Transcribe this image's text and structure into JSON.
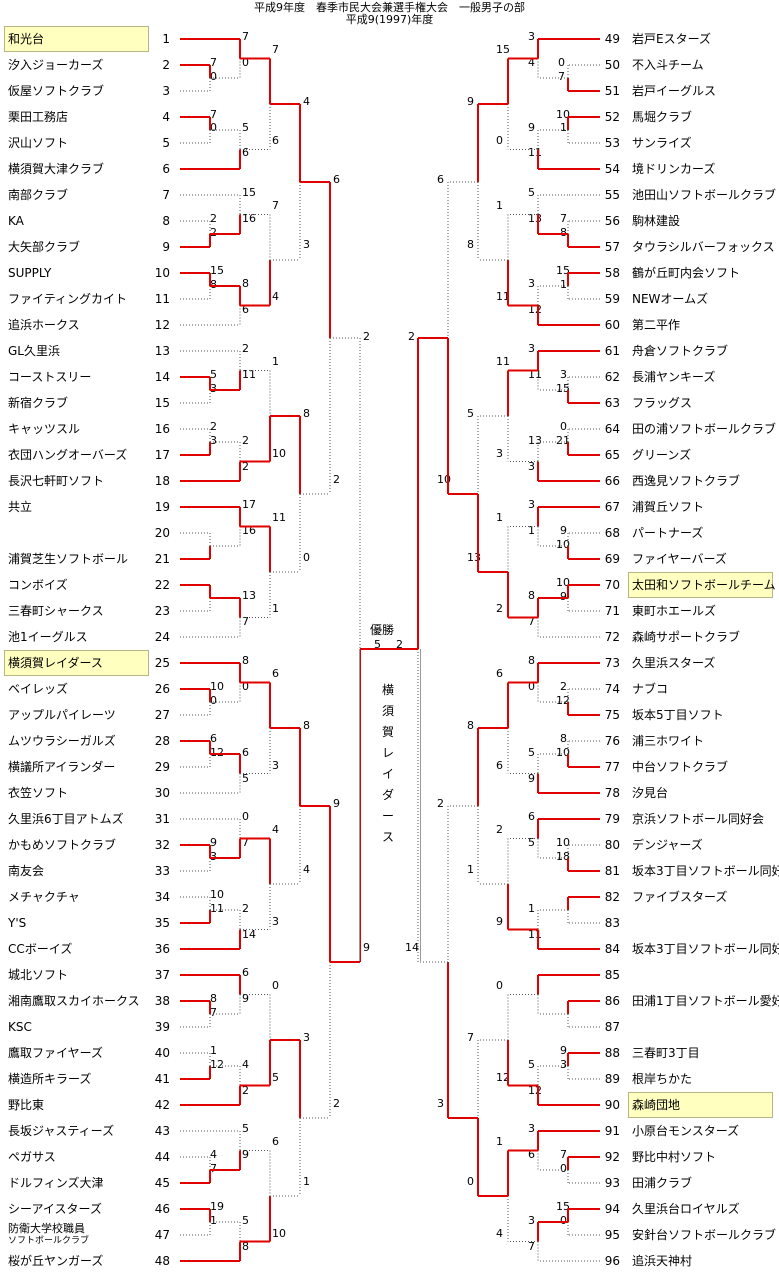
{
  "header": {
    "title": "平成9年度　春季市民大会兼選手権大会　一般男子の部",
    "subtitle": "平成9(1997)年度"
  },
  "left_teams": [
    {
      "no": "1",
      "name": "和光台",
      "hl": true
    },
    {
      "no": "2",
      "name": "汐入ジョーカーズ"
    },
    {
      "no": "3",
      "name": "仮屋ソフトクラブ"
    },
    {
      "no": "4",
      "name": "栗田工務店"
    },
    {
      "no": "5",
      "name": "沢山ソフト"
    },
    {
      "no": "6",
      "name": "横須賀大津クラブ"
    },
    {
      "no": "7",
      "name": "南部クラブ"
    },
    {
      "no": "8",
      "name": "KA"
    },
    {
      "no": "9",
      "name": "大矢部クラブ"
    },
    {
      "no": "10",
      "name": "SUPPLY"
    },
    {
      "no": "11",
      "name": "ファイティングカイト"
    },
    {
      "no": "12",
      "name": "追浜ホークス"
    },
    {
      "no": "13",
      "name": "GL久里浜"
    },
    {
      "no": "14",
      "name": "コーストスリー"
    },
    {
      "no": "15",
      "name": "新宿クラブ"
    },
    {
      "no": "16",
      "name": "キャッツスル"
    },
    {
      "no": "17",
      "name": "衣団ハングオーバーズ"
    },
    {
      "no": "18",
      "name": "長沢七軒町ソフト"
    },
    {
      "no": "19",
      "name": "共立"
    },
    {
      "no": "20",
      "name": ""
    },
    {
      "no": "21",
      "name": "浦賀芝生ソフトボール"
    },
    {
      "no": "22",
      "name": "コンボイズ"
    },
    {
      "no": "23",
      "name": "三春町シャークス"
    },
    {
      "no": "24",
      "name": "池1イーグルス"
    },
    {
      "no": "25",
      "name": "横須賀レイダース",
      "hl": true
    },
    {
      "no": "26",
      "name": "ベイレッズ"
    },
    {
      "no": "27",
      "name": "アップルパイレーツ"
    },
    {
      "no": "28",
      "name": "ムツウラシーガルズ"
    },
    {
      "no": "29",
      "name": "横議所アイランダー"
    },
    {
      "no": "30",
      "name": "衣笠ソフト"
    },
    {
      "no": "31",
      "name": "久里浜6丁目アトムズ"
    },
    {
      "no": "32",
      "name": "かもめソフトクラブ"
    },
    {
      "no": "33",
      "name": "南友会"
    },
    {
      "no": "34",
      "name": "メチャクチャ"
    },
    {
      "no": "35",
      "name": "Y'S"
    },
    {
      "no": "36",
      "name": "CCボーイズ"
    },
    {
      "no": "37",
      "name": "城北ソフト"
    },
    {
      "no": "38",
      "name": "湘南鷹取スカイホークス"
    },
    {
      "no": "39",
      "name": "KSC"
    },
    {
      "no": "40",
      "name": "鷹取ファイヤーズ"
    },
    {
      "no": "41",
      "name": "横造所キラーズ"
    },
    {
      "no": "42",
      "name": "野比東"
    },
    {
      "no": "43",
      "name": "長坂ジャスティーズ"
    },
    {
      "no": "44",
      "name": "ペガサス"
    },
    {
      "no": "45",
      "name": "ドルフィンズ大津"
    },
    {
      "no": "46",
      "name": "シーアイスターズ"
    },
    {
      "no": "47",
      "name": "防衛大学校職員",
      "name2": "ソフトボールクラブ"
    },
    {
      "no": "48",
      "name": "桜が丘ヤンガーズ"
    }
  ],
  "right_teams": [
    {
      "no": "49",
      "name": "岩戸Eスターズ"
    },
    {
      "no": "50",
      "name": "不入斗チーム"
    },
    {
      "no": "51",
      "name": "岩戸イーグルス"
    },
    {
      "no": "52",
      "name": "馬堀クラブ"
    },
    {
      "no": "53",
      "name": "サンライズ"
    },
    {
      "no": "54",
      "name": "境ドリンカーズ"
    },
    {
      "no": "55",
      "name": "池田山ソフトボールクラブ"
    },
    {
      "no": "56",
      "name": "駒林建設"
    },
    {
      "no": "57",
      "name": "タウラシルバーフォックス"
    },
    {
      "no": "58",
      "name": "鶴が丘町内会ソフト"
    },
    {
      "no": "59",
      "name": "NEWオームズ"
    },
    {
      "no": "60",
      "name": "第二平作"
    },
    {
      "no": "61",
      "name": "舟倉ソフトクラブ"
    },
    {
      "no": "62",
      "name": "長浦ヤンキーズ"
    },
    {
      "no": "63",
      "name": "フラッグス"
    },
    {
      "no": "64",
      "name": "田の浦ソフトボールクラブ"
    },
    {
      "no": "65",
      "name": "グリーンズ"
    },
    {
      "no": "66",
      "name": "西逸見ソフトクラブ"
    },
    {
      "no": "67",
      "name": "浦賀丘ソフト"
    },
    {
      "no": "68",
      "name": "パートナーズ"
    },
    {
      "no": "69",
      "name": "ファイヤーバーズ"
    },
    {
      "no": "70",
      "name": "太田和ソフトボールチーム",
      "hl": true
    },
    {
      "no": "71",
      "name": "東町ホエールズ"
    },
    {
      "no": "72",
      "name": "森崎サポートクラブ"
    },
    {
      "no": "73",
      "name": "久里浜スターズ"
    },
    {
      "no": "74",
      "name": "ナブコ"
    },
    {
      "no": "75",
      "name": "坂本5丁目ソフト"
    },
    {
      "no": "76",
      "name": "浦三ホワイト"
    },
    {
      "no": "77",
      "name": "中台ソフトクラブ"
    },
    {
      "no": "78",
      "name": "汐見台"
    },
    {
      "no": "79",
      "name": "京浜ソフトボール同好会"
    },
    {
      "no": "80",
      "name": "デンジャーズ"
    },
    {
      "no": "81",
      "name": "坂本3丁目ソフトボール同好会"
    },
    {
      "no": "82",
      "name": "ファイブスターズ"
    },
    {
      "no": "83",
      "name": ""
    },
    {
      "no": "84",
      "name": "坂本3丁目ソフトボール同好会"
    },
    {
      "no": "85",
      "name": ""
    },
    {
      "no": "86",
      "name": "田浦1丁目ソフトボール愛好会"
    },
    {
      "no": "87",
      "name": ""
    },
    {
      "no": "88",
      "name": "三春町3丁目"
    },
    {
      "no": "89",
      "name": "根岸ちかた"
    },
    {
      "no": "90",
      "name": "森崎団地",
      "hl": true
    },
    {
      "no": "91",
      "name": "小原台モンスターズ"
    },
    {
      "no": "92",
      "name": "野比中村ソフト"
    },
    {
      "no": "93",
      "name": "田浦クラブ"
    },
    {
      "no": "94",
      "name": "久里浜台ロイヤルズ"
    },
    {
      "no": "95",
      "name": "安針台ソフトボールクラブ"
    },
    {
      "no": "96",
      "name": "追浜天神村"
    }
  ],
  "final": {
    "label": "優勝",
    "score_left": "5",
    "score_right": "2",
    "champion": "横須賀レイダース"
  },
  "scores": [
    [
      "7",
      242,
      42
    ],
    [
      "0",
      242,
      68
    ],
    [
      "7",
      210,
      68
    ],
    [
      "0",
      210,
      82
    ],
    [
      "7",
      272,
      55
    ],
    [
      "7",
      210,
      120
    ],
    [
      "0",
      210,
      133
    ],
    [
      "5",
      242,
      133
    ],
    [
      "6",
      242,
      158
    ],
    [
      "6",
      272,
      146
    ],
    [
      "4",
      303,
      107
    ],
    [
      "15",
      242,
      198
    ],
    [
      "2",
      210,
      224
    ],
    [
      "2",
      210,
      238
    ],
    [
      "16",
      242,
      224
    ],
    [
      "7",
      272,
      211
    ],
    [
      "15",
      210,
      276
    ],
    [
      "8",
      210,
      290
    ],
    [
      "8",
      242,
      289
    ],
    [
      "6",
      242,
      315
    ],
    [
      "4",
      272,
      302
    ],
    [
      "3",
      303,
      250
    ],
    [
      "6",
      333,
      185
    ],
    [
      "2",
      242,
      354
    ],
    [
      "5",
      210,
      380
    ],
    [
      "3",
      210,
      394
    ],
    [
      "11",
      242,
      380
    ],
    [
      "1",
      272,
      367
    ],
    [
      "2",
      210,
      432
    ],
    [
      "3",
      210,
      446
    ],
    [
      "2",
      242,
      446
    ],
    [
      "2",
      242,
      472
    ],
    [
      "10",
      272,
      459
    ],
    [
      "8",
      303,
      419
    ],
    [
      "2",
      333,
      485
    ],
    [
      "2",
      363,
      342
    ],
    [
      "17",
      242,
      510
    ],
    [
      "16",
      242,
      536
    ],
    [
      "11",
      272,
      523
    ],
    [
      "13",
      242,
      601
    ],
    [
      "7",
      242,
      627
    ],
    [
      "1",
      272,
      614
    ],
    [
      "0",
      303,
      563
    ],
    [
      "8",
      242,
      666
    ],
    [
      "10",
      210,
      692
    ],
    [
      "0",
      210,
      706
    ],
    [
      "0",
      242,
      692
    ],
    [
      "6",
      272,
      679
    ],
    [
      "6",
      210,
      744
    ],
    [
      "12",
      210,
      758
    ],
    [
      "6",
      242,
      758
    ],
    [
      "5",
      242,
      784
    ],
    [
      "3",
      272,
      771
    ],
    [
      "8",
      303,
      731
    ],
    [
      "0",
      242,
      822
    ],
    [
      "9",
      210,
      848
    ],
    [
      "3",
      210,
      862
    ],
    [
      "7",
      242,
      848
    ],
    [
      "4",
      272,
      835
    ],
    [
      "10",
      210,
      900
    ],
    [
      "11",
      210,
      914
    ],
    [
      "2",
      242,
      914
    ],
    [
      "14",
      242,
      940
    ],
    [
      "3",
      272,
      927
    ],
    [
      "4",
      303,
      875
    ],
    [
      "9",
      333,
      809
    ],
    [
      "9",
      363,
      953
    ],
    [
      "6",
      242,
      978
    ],
    [
      "8",
      210,
      1004
    ],
    [
      "7",
      210,
      1018
    ],
    [
      "9",
      242,
      1004
    ],
    [
      "0",
      272,
      991
    ],
    [
      "1",
      210,
      1056
    ],
    [
      "12",
      210,
      1070
    ],
    [
      "4",
      242,
      1070
    ],
    [
      "2",
      242,
      1096
    ],
    [
      "5",
      272,
      1083
    ],
    [
      "3",
      303,
      1043
    ],
    [
      "5",
      242,
      1134
    ],
    [
      "4",
      210,
      1160
    ],
    [
      "7",
      210,
      1174
    ],
    [
      "9",
      242,
      1160
    ],
    [
      "6",
      272,
      1147
    ],
    [
      "19",
      210,
      1212
    ],
    [
      "1",
      210,
      1226
    ],
    [
      "5",
      242,
      1226
    ],
    [
      "8",
      242,
      1252
    ],
    [
      "10",
      272,
      1239
    ],
    [
      "1",
      303,
      1187
    ],
    [
      "2",
      333,
      1109
    ],
    [
      "3",
      528,
      42
    ],
    [
      "4",
      528,
      68
    ],
    [
      "0",
      558,
      68
    ],
    [
      "7",
      558,
      82
    ],
    [
      "15",
      496,
      55
    ],
    [
      "10",
      556,
      120
    ],
    [
      "1",
      560,
      133
    ],
    [
      "9",
      528,
      133
    ],
    [
      "11",
      528,
      158
    ],
    [
      "0",
      496,
      146
    ],
    [
      "9",
      467,
      107
    ],
    [
      "5",
      528,
      198
    ],
    [
      "13",
      528,
      224
    ],
    [
      "7",
      560,
      224
    ],
    [
      "8",
      560,
      238
    ],
    [
      "1",
      496,
      211
    ],
    [
      "15",
      556,
      276
    ],
    [
      "1",
      560,
      290
    ],
    [
      "3",
      528,
      289
    ],
    [
      "12",
      528,
      315
    ],
    [
      "11",
      496,
      302
    ],
    [
      "8",
      467,
      250
    ],
    [
      "6",
      437,
      185
    ],
    [
      "3",
      528,
      354
    ],
    [
      "11",
      528,
      380
    ],
    [
      "3",
      560,
      380
    ],
    [
      "15",
      556,
      394
    ],
    [
      "11",
      496,
      367
    ],
    [
      "0",
      560,
      432
    ],
    [
      "21",
      556,
      446
    ],
    [
      "13",
      528,
      446
    ],
    [
      "3",
      528,
      472
    ],
    [
      "3",
      496,
      459
    ],
    [
      "5",
      467,
      419
    ],
    [
      "10",
      437,
      485
    ],
    [
      "2",
      408,
      342
    ],
    [
      "3",
      528,
      510
    ],
    [
      "1",
      528,
      536
    ],
    [
      "9",
      560,
      536
    ],
    [
      "10",
      556,
      550
    ],
    [
      "1",
      496,
      523
    ],
    [
      "10",
      556,
      588
    ],
    [
      "9",
      560,
      602
    ],
    [
      "8",
      528,
      601
    ],
    [
      "7",
      528,
      627
    ],
    [
      "2",
      496,
      614
    ],
    [
      "13",
      467,
      563
    ],
    [
      "8",
      528,
      666
    ],
    [
      "0",
      528,
      692
    ],
    [
      "2",
      560,
      692
    ],
    [
      "12",
      556,
      706
    ],
    [
      "6",
      496,
      679
    ],
    [
      "8",
      560,
      744
    ],
    [
      "10",
      556,
      758
    ],
    [
      "5",
      528,
      758
    ],
    [
      "9",
      528,
      784
    ],
    [
      "6",
      496,
      771
    ],
    [
      "8",
      467,
      731
    ],
    [
      "6",
      528,
      822
    ],
    [
      "5",
      528,
      848
    ],
    [
      "10",
      556,
      848
    ],
    [
      "18",
      556,
      862
    ],
    [
      "2",
      496,
      835
    ],
    [
      "1",
      528,
      914
    ],
    [
      "11",
      528,
      940
    ],
    [
      "9",
      496,
      927
    ],
    [
      "1",
      467,
      875
    ],
    [
      "2",
      437,
      809
    ],
    [
      "14",
      405,
      953
    ],
    [
      "0",
      496,
      991
    ],
    [
      "9",
      560,
      1056
    ],
    [
      "3",
      560,
      1070
    ],
    [
      "5",
      528,
      1070
    ],
    [
      "12",
      528,
      1096
    ],
    [
      "12",
      496,
      1083
    ],
    [
      "7",
      467,
      1043
    ],
    [
      "3",
      528,
      1134
    ],
    [
      "6",
      528,
      1160
    ],
    [
      "7",
      560,
      1160
    ],
    [
      "0",
      560,
      1174
    ],
    [
      "1",
      496,
      1147
    ],
    [
      "15",
      556,
      1212
    ],
    [
      "0",
      560,
      1226
    ],
    [
      "3",
      528,
      1226
    ],
    [
      "7",
      528,
      1252
    ],
    [
      "4",
      496,
      1239
    ],
    [
      "0",
      467,
      1187
    ],
    [
      "3",
      437,
      1109
    ]
  ]
}
